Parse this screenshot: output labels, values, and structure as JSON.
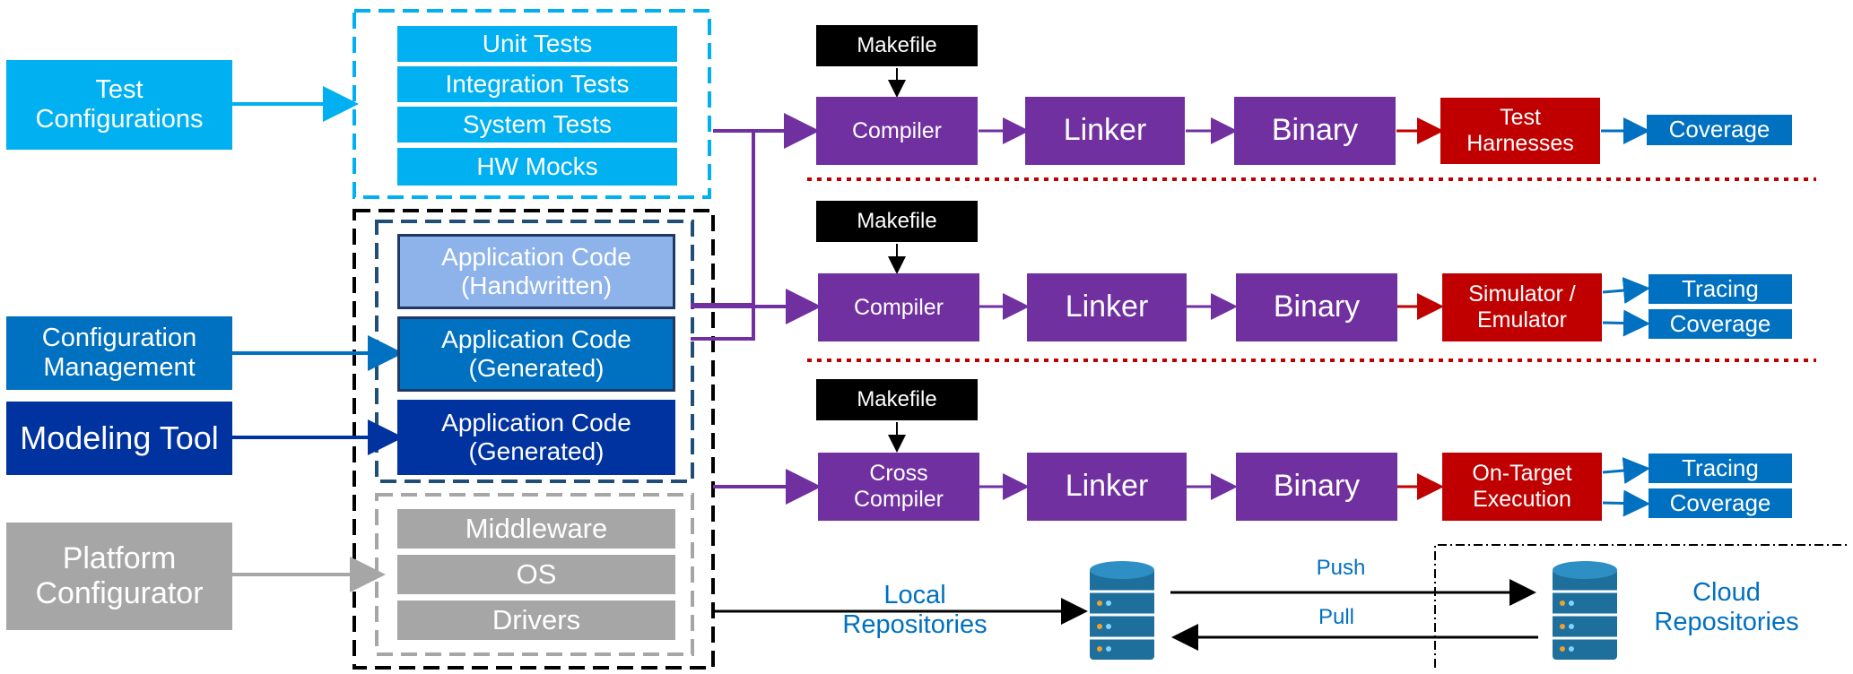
{
  "inputs": {
    "test_configurations": [
      "Test",
      "Configurations"
    ],
    "configuration_management": [
      "Configuration",
      "Management"
    ],
    "modeling_tool": "Modeling Tool",
    "platform_configurator": [
      "Platform",
      "Configurator"
    ]
  },
  "tests": {
    "unit": "Unit Tests",
    "integration": "Integration Tests",
    "system": "System Tests",
    "hw_mocks": "HW Mocks"
  },
  "app_code": {
    "handwritten": [
      "Application Code",
      "(Handwritten)"
    ],
    "generated_1": [
      "Application Code",
      "(Generated)"
    ],
    "generated_2": [
      "Application Code",
      "(Generated)"
    ]
  },
  "platform": {
    "middleware": "Middleware",
    "os": "OS",
    "drivers": "Drivers"
  },
  "pipelines": {
    "makefile": "Makefile",
    "compiler": "Compiler",
    "cross_compiler": [
      "Cross",
      "Compiler"
    ],
    "linker": "Linker",
    "binary": "Binary",
    "test_harnesses": [
      "Test",
      "Harnesses"
    ],
    "simulator": [
      "Simulator /",
      "Emulator"
    ],
    "on_target": [
      "On-Target",
      "Execution"
    ],
    "tracing": "Tracing",
    "coverage": "Coverage"
  },
  "repositories": {
    "local": [
      "Local",
      "Repositories"
    ],
    "cloud": [
      "Cloud",
      "Repositories"
    ],
    "push": "Push",
    "pull": "Pull"
  },
  "colors": {
    "light_blue": "#00b0f0",
    "mid_blue": "#0070c0",
    "dark_blue": "#0033a0",
    "handwritten_blue": "#8db3ea",
    "gray": "#a6a6a6",
    "purple": "#7030a0",
    "red": "#c00000",
    "black": "#000000"
  }
}
